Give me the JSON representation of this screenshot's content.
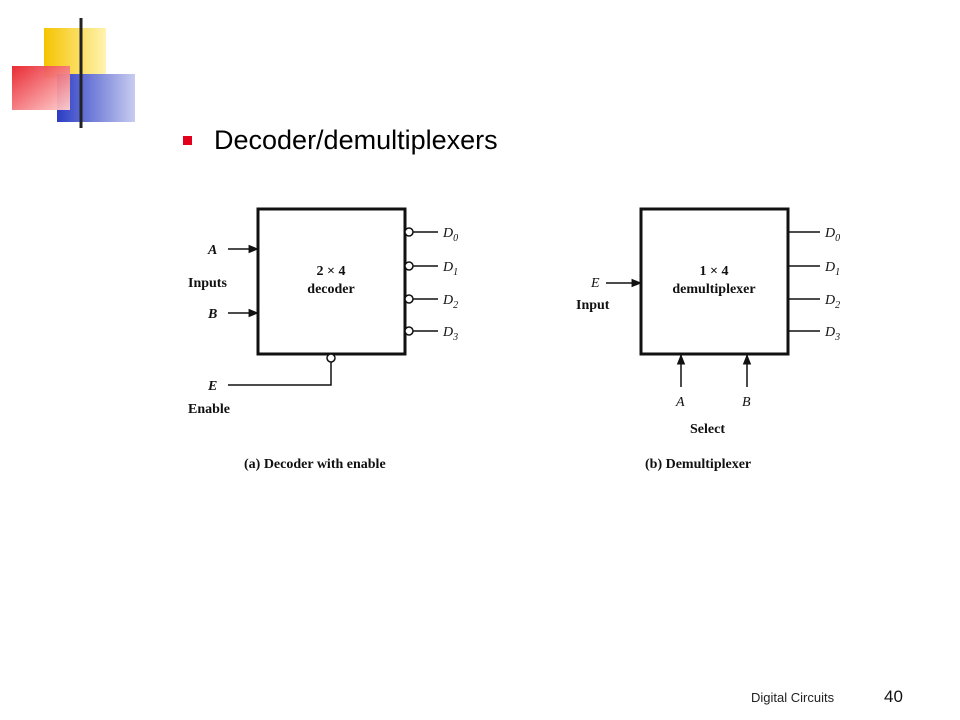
{
  "slide": {
    "title": "Decoder/demultiplexers",
    "footer": "Digital Circuits",
    "page_number": "40",
    "accent_colors": {
      "yellow": "#f5c400",
      "red": "#e8202a",
      "blue": "#2a3cc4",
      "bullet": "#e3001b"
    }
  },
  "decoder": {
    "box_line1": "2 × 4",
    "box_line2": "decoder",
    "input_a": "A",
    "input_b": "B",
    "inputs_label": "Inputs",
    "enable_var": "E",
    "enable_label": "Enable",
    "outputs": [
      {
        "letter": "D",
        "sub": "0"
      },
      {
        "letter": "D",
        "sub": "1"
      },
      {
        "letter": "D",
        "sub": "2"
      },
      {
        "letter": "D",
        "sub": "3"
      }
    ],
    "caption": "(a) Decoder with enable"
  },
  "demux": {
    "box_line1": "1 × 4",
    "box_line2": "demultiplexer",
    "input_var": "E",
    "input_label": "Input",
    "select_a": "A",
    "select_b": "B",
    "select_label": "Select",
    "outputs": [
      {
        "letter": "D",
        "sub": "0"
      },
      {
        "letter": "D",
        "sub": "1"
      },
      {
        "letter": "D",
        "sub": "2"
      },
      {
        "letter": "D",
        "sub": "3"
      }
    ],
    "caption": "(b) Demultiplexer"
  }
}
